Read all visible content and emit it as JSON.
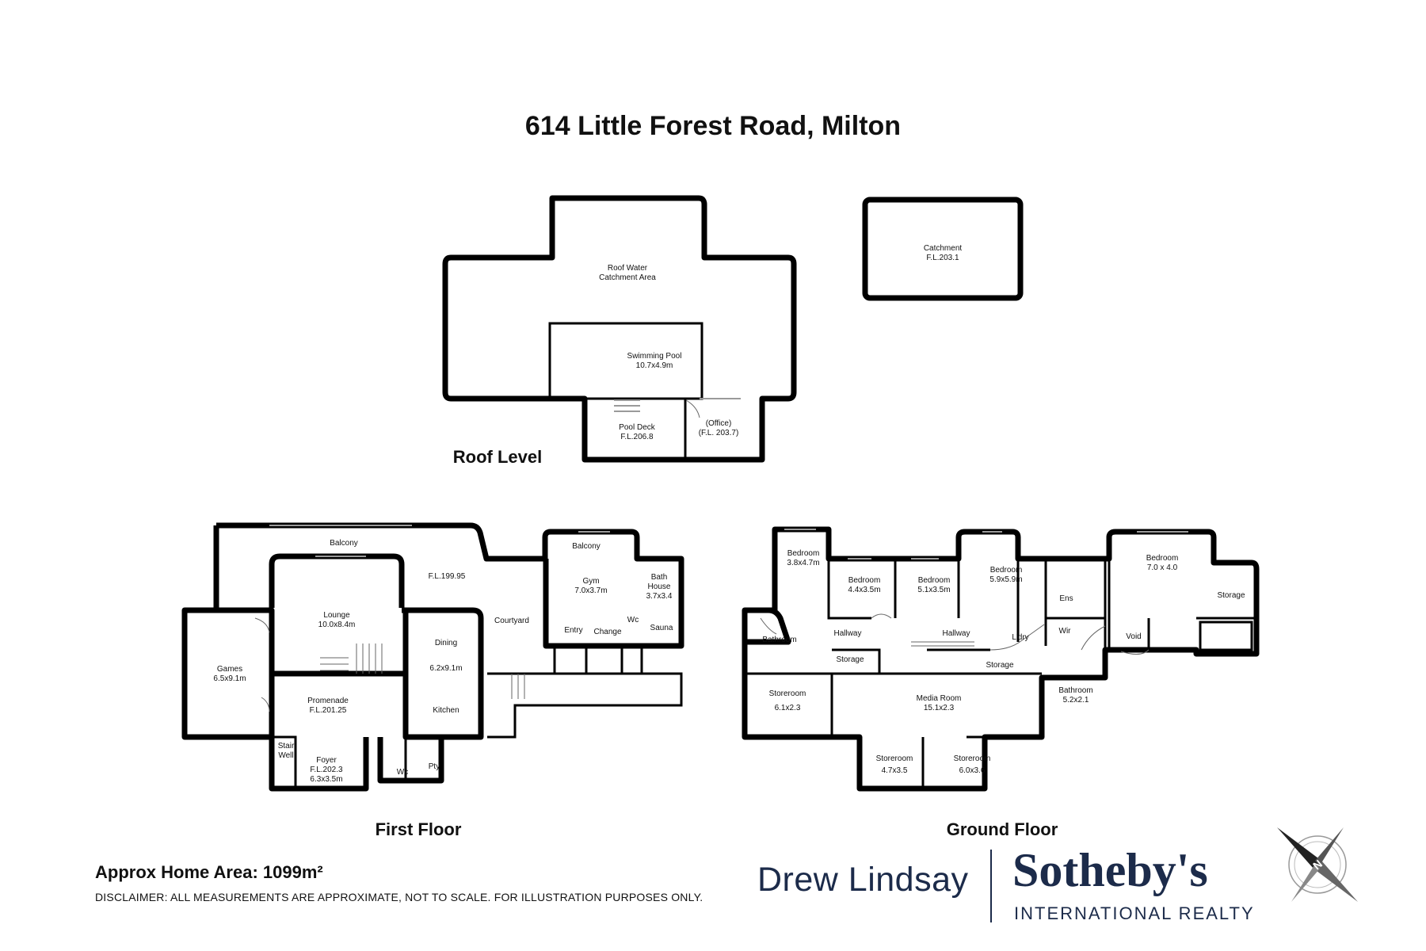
{
  "title": "614 Little Forest Road, Milton",
  "roof_level": {
    "label": "Roof Level",
    "rooms": [
      {
        "name": "Roof Water",
        "detail": "Catchment Area"
      },
      {
        "name": "Swimming Pool",
        "detail": "10.7x4.9m"
      },
      {
        "name": "Pool Deck",
        "detail": "F.L.206.8"
      },
      {
        "name": "(Office)",
        "detail": "(F.L. 203.7)"
      },
      {
        "name": "Catchment",
        "detail": "F.L.203.1"
      }
    ]
  },
  "first_floor": {
    "label": "First Floor",
    "rooms": [
      {
        "name": "Balcony",
        "detail": ""
      },
      {
        "name": "F.L.199.95",
        "detail": ""
      },
      {
        "name": "Balcony",
        "detail": ""
      },
      {
        "name": "Lounge",
        "detail": "10.0x8.4m"
      },
      {
        "name": "Gym",
        "detail": "7.0x3.7m"
      },
      {
        "name": "Bath",
        "detail": "House"
      },
      {
        "name": "3.7x3.4",
        "detail": ""
      },
      {
        "name": "Courtyard",
        "detail": ""
      },
      {
        "name": "Dining",
        "detail": "6.2x9.1m"
      },
      {
        "name": "Games",
        "detail": "6.5x9.1m"
      },
      {
        "name": "Entry",
        "detail": ""
      },
      {
        "name": "Change",
        "detail": ""
      },
      {
        "name": "Wc",
        "detail": ""
      },
      {
        "name": "Sauna",
        "detail": ""
      },
      {
        "name": "Promenade",
        "detail": "F.L.201.25"
      },
      {
        "name": "Kitchen",
        "detail": ""
      },
      {
        "name": "Stair",
        "detail": "Well"
      },
      {
        "name": "Foyer",
        "detail": "F.L.202.3"
      },
      {
        "name": "6.3x3.5m",
        "detail": ""
      },
      {
        "name": "Wc",
        "detail": ""
      },
      {
        "name": "Pty",
        "detail": ""
      }
    ]
  },
  "ground_floor": {
    "label": "Ground Floor",
    "rooms": [
      {
        "name": "Bedroom",
        "detail": "3.8x4.7m"
      },
      {
        "name": "Bedroom",
        "detail": "4.4x3.5m"
      },
      {
        "name": "Bedroom",
        "detail": "5.1x3.5m"
      },
      {
        "name": "Bedroom",
        "detail": "5.9x5.9m"
      },
      {
        "name": "Bedroom",
        "detail": "7.0 x 4.0"
      },
      {
        "name": "Ens",
        "detail": ""
      },
      {
        "name": "Storage",
        "detail": ""
      },
      {
        "name": "Hallway",
        "detail": ""
      },
      {
        "name": "Hallway",
        "detail": ""
      },
      {
        "name": "L'dry",
        "detail": ""
      },
      {
        "name": "Wir",
        "detail": ""
      },
      {
        "name": "Void",
        "detail": ""
      },
      {
        "name": "Bathroom",
        "detail": ""
      },
      {
        "name": "Storage",
        "detail": ""
      },
      {
        "name": "Storage",
        "detail": ""
      },
      {
        "name": "Storeroom",
        "detail": "6.1x2.3"
      },
      {
        "name": "Media Room",
        "detail": "15.1x2.3"
      },
      {
        "name": "Bathroom",
        "detail": "5.2x2.1"
      },
      {
        "name": "Storeroom",
        "detail": "4.7x3.5"
      },
      {
        "name": "Storeroom",
        "detail": "6.0x3.6"
      }
    ]
  },
  "footer": {
    "area_label": "Approx Home Area: 1099m²",
    "disclaimer": "DISCLAIMER: ALL MEASUREMENTS ARE APPROXIMATE, NOT TO SCALE. FOR ILLUSTRATION PURPOSES ONLY.",
    "agent": "Drew Lindsay",
    "brand": "Sotheby's",
    "brand_sub": "INTERNATIONAL REALTY"
  },
  "icons": {
    "compass": "compass-rose-icon"
  }
}
